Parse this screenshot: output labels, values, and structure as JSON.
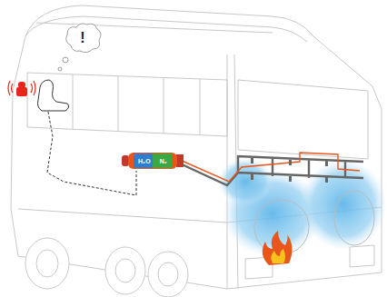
{
  "diagram": {
    "nodes": [
      {
        "text": [
          "!"
        ]
      },
      {
        "text": [
          "H₂O",
          "N₂"
        ]
      }
    ]
  }
}
